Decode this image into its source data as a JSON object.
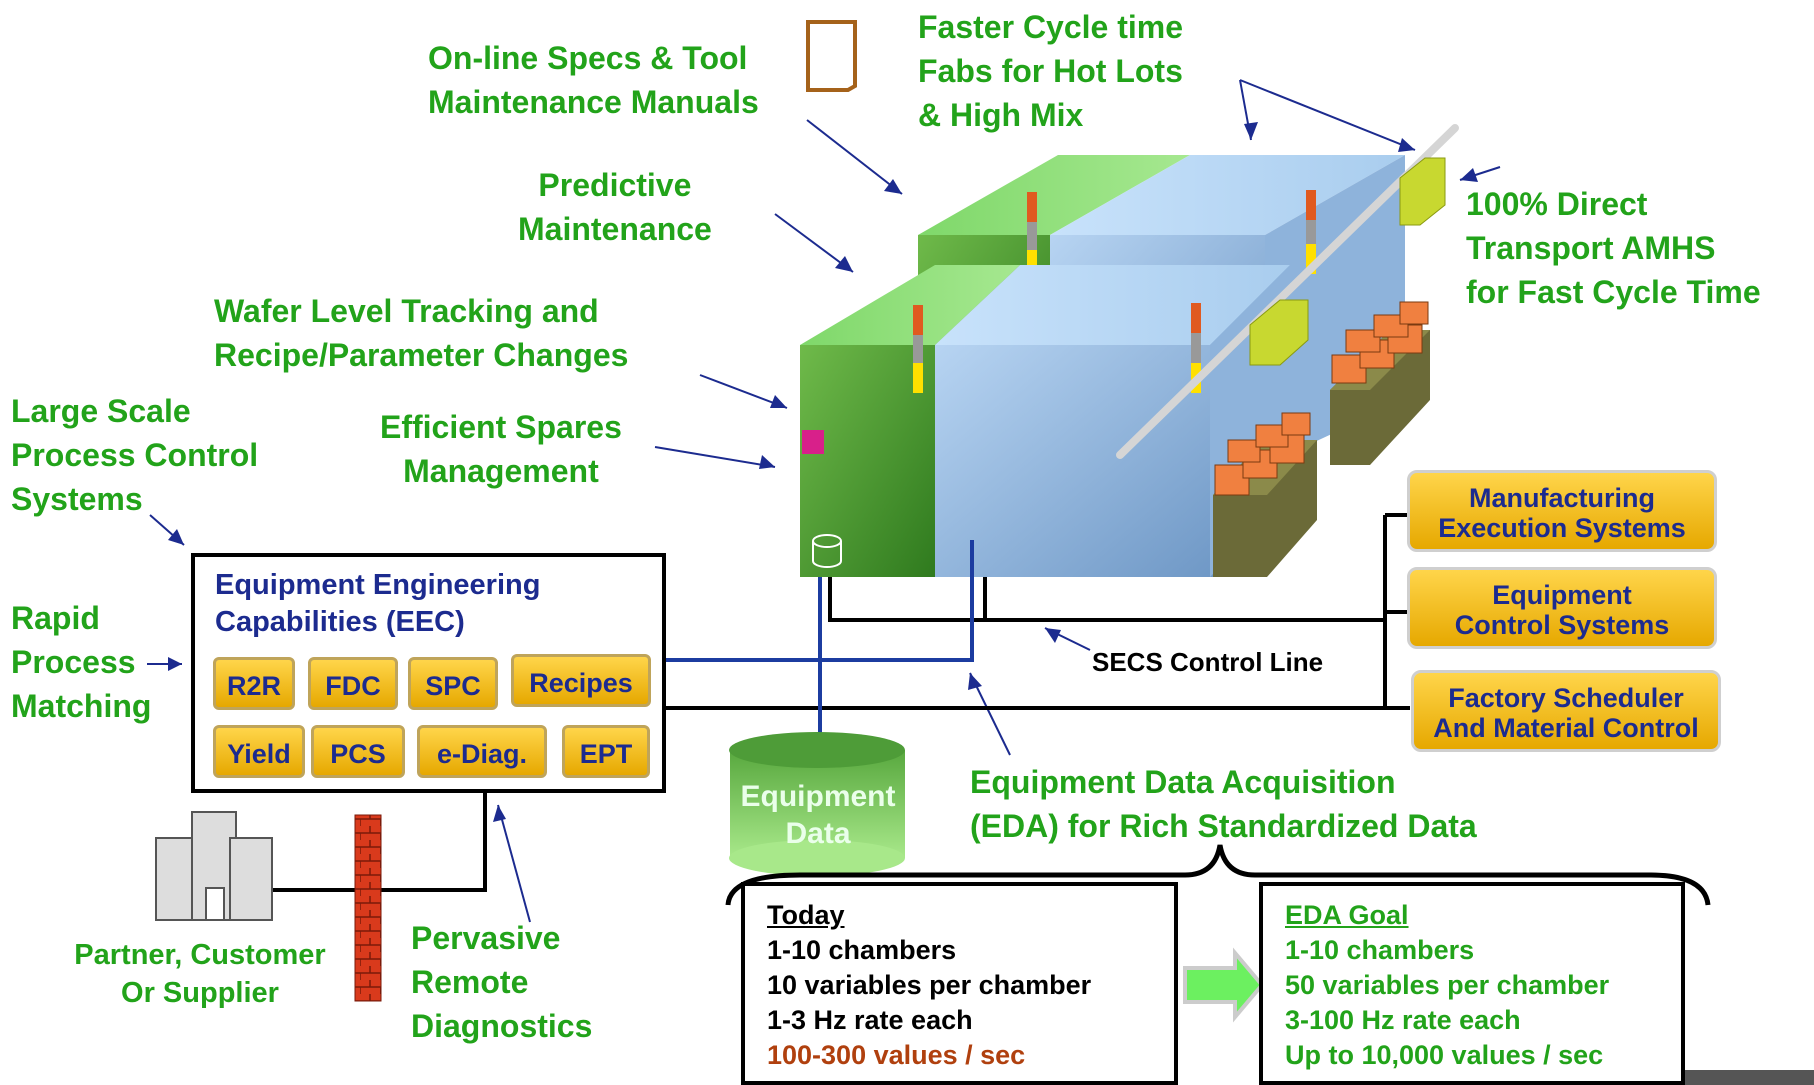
{
  "labels": {
    "online_specs": "On-line Specs & Tool\nMaintenance Manuals",
    "faster_cycle": "Faster Cycle time\nFabs for Hot Lots\n& High Mix",
    "predictive": "Predictive\nMaintenance",
    "direct_transport": "100% Direct\nTransport AMHS\nfor Fast Cycle Time",
    "wafer_tracking": "Wafer Level Tracking and\nRecipe/Parameter Changes",
    "large_scale": "Large Scale\nProcess Control\nSystems",
    "spares": "Efficient Spares\nManagement",
    "rapid": "Rapid\nProcess\nMatching",
    "eda": "Equipment Data Acquisition\n(EDA) for Rich Standardized Data",
    "pervasive": "Pervasive\nRemote\nDiagnostics",
    "partner": "Partner, Customer\nOr Supplier",
    "secs": "SECS Control Line"
  },
  "eec": {
    "title": "Equipment Engineering\nCapabilities (EEC)",
    "chips_row1": [
      "R2R",
      "FDC",
      "SPC",
      "Recipes"
    ],
    "chips_row2": [
      "Yield",
      "PCS",
      "e-Diag.",
      "EPT"
    ]
  },
  "systems": [
    "Manufacturing\nExecution Systems",
    "Equipment\nControl Systems",
    "Factory Scheduler\nAnd Material Control"
  ],
  "database": "Equipment\nData",
  "today": {
    "heading": "Today",
    "rows": [
      "1-10 chambers",
      "10 variables per chamber",
      "1-3 Hz rate each"
    ],
    "highlight": "100-300 values / sec"
  },
  "goal": {
    "heading": "EDA Goal",
    "rows": [
      "1-10 chambers",
      "50 variables per chamber",
      "3-100 Hz rate each",
      "Up to 10,000 values / sec"
    ]
  },
  "colors": {
    "label_green": "#22a31a",
    "eec_blue": "#1c2b8f",
    "highlight_brown": "#b0400e",
    "chip_gold": "#f0c020"
  }
}
